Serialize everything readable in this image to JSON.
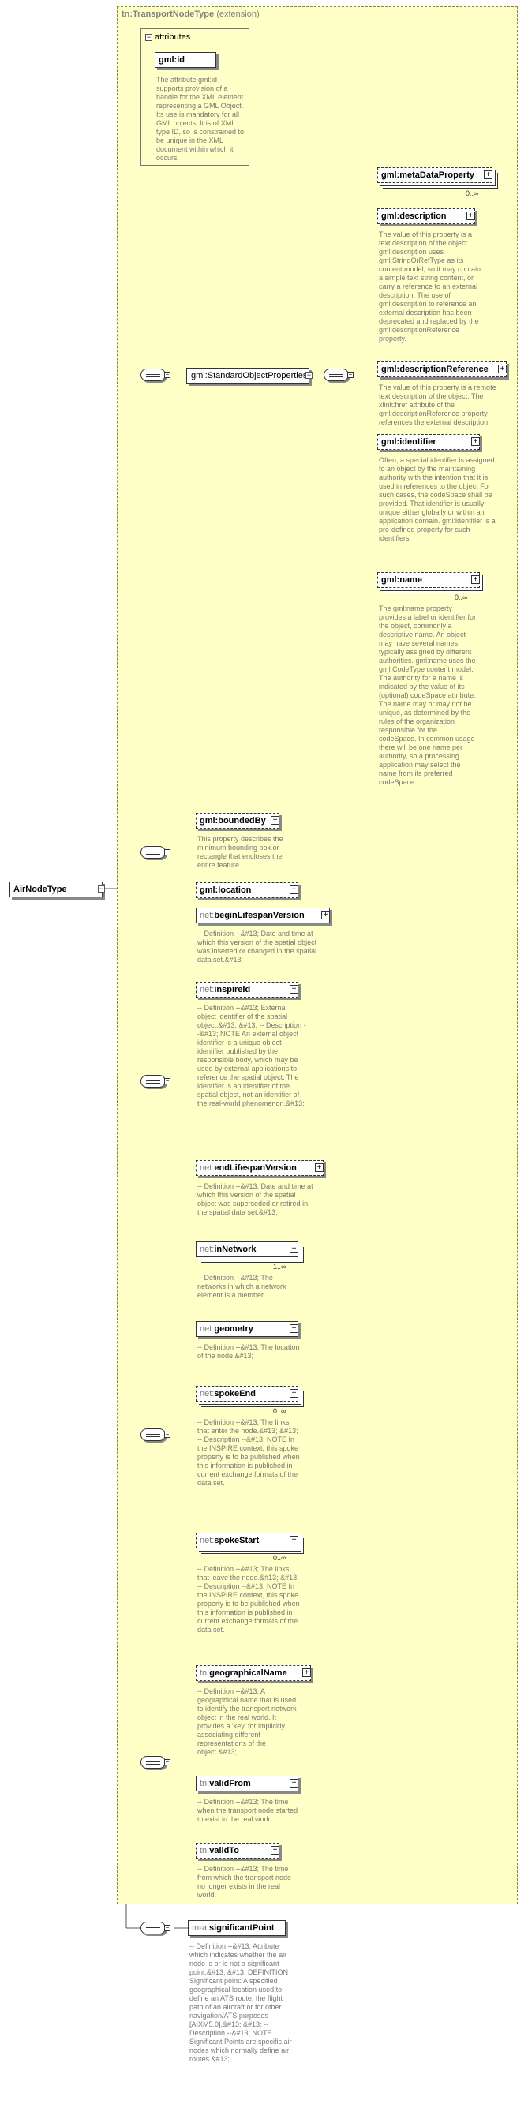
{
  "extension": {
    "type_name": "tn:TransportNodeType",
    "suffix": "(extension)"
  },
  "attributes": {
    "title": "attributes",
    "gmlid": "gml:id",
    "gmlid_doc": "The attribute gml:id supports provision of a handle for the XML element representing a GML Object. Its use is mandatory for all GML objects. It is of XML type ID, so is constrained to be unique in the XML document within which it occurs."
  },
  "root": {
    "label": "AirNodeType"
  },
  "standard_object_properties": {
    "label": "gml:StandardObjectProperties"
  },
  "gml_elements": {
    "metaDataProperty": {
      "label": "gml:metaDataProperty",
      "card": "0..∞"
    },
    "description": {
      "label": "gml:description",
      "doc": "The value of this property is a text description of the object. gml:description uses gml:StringOrRefType as its content model, so it may contain a simple text string content, or carry a reference to an external description. The use of gml:description to reference an external description has been deprecated and replaced by the gml:descriptionReference property."
    },
    "descriptionReference": {
      "label": "gml:descriptionReference",
      "doc": "The value of this property is a remote text description of the object. The xlink:href attribute of the gml:descriptionReference property references the external description."
    },
    "identifier": {
      "label": "gml:identifier",
      "doc": "Often, a special identifier is assigned to an object by the maintaining authority with the intention that it is used in references to the object For such cases, the codeSpace shall be provided. That identifier is usually unique either globally or within an application domain. gml:identifier is a pre-defined property for such identifiers."
    },
    "name": {
      "label": "gml:name",
      "card": "0..∞",
      "doc": "The gml:name property provides a label or identifier for the object, commonly a descriptive name. An object may have several names, typically assigned by different authorities. gml:name uses the gml:CodeType content model.  The authority for a name is indicated by the value of its (optional) codeSpace attribute.  The name may or may not be unique, as determined by the rules of the organization responsible for the codeSpace.  In common usage there will be one name per authority, so a processing application may select the name from its preferred codeSpace."
    },
    "boundedBy": {
      "label": "gml:boundedBy",
      "doc": "This property describes the minimum bounding box or rectangle that encloses the entire feature."
    },
    "location": {
      "label": "gml:location"
    }
  },
  "net_elements": {
    "beginLifespanVersion": {
      "prefix": "net:",
      "name": "beginLifespanVersion",
      "doc": "-- Definition --&#13; Date and time at which this version of the spatial object was inserted or changed in the spatial data set.&#13;"
    },
    "inspireId": {
      "prefix": "net:",
      "name": "inspireId",
      "doc": "-- Definition --&#13; External object identifier of the spatial object.&#13; &#13; -- Description --&#13; NOTE An external object identifier is a unique object identifier published by the responsible body, which may be used by external applications to reference the spatial object. The identifier is an identifier of the spatial object, not an identifier of the real-world phenomenon.&#13;"
    },
    "endLifespanVersion": {
      "prefix": "net:",
      "name": "endLifespanVersion",
      "doc": "-- Definition --&#13; Date and time at which this version of the spatial object was superseded or retired in the spatial data set.&#13;"
    },
    "inNetwork": {
      "prefix": "net:",
      "name": "inNetwork",
      "card": "1..∞",
      "doc": "-- Definition --&#13; The networks in which a network element is a member."
    },
    "geometry": {
      "prefix": "net:",
      "name": "geometry",
      "doc": "-- Definition --&#13; The location of the node.&#13;"
    },
    "spokeEnd": {
      "prefix": "net:",
      "name": "spokeEnd",
      "card": "0..∞",
      "doc": "-- Definition --&#13; The links that enter the node.&#13; &#13; -- Description --&#13; NOTE In the INSPIRE context, this spoke property is to be published when this information is published in current exchange formats of the data set."
    },
    "spokeStart": {
      "prefix": "net:",
      "name": "spokeStart",
      "card": "0..∞",
      "doc": "-- Definition --&#13; The links that leave the node.&#13; &#13; -- Description --&#13; NOTE In the INSPIRE context, this spoke property is to be published when this information is published in current exchange formats of the data set."
    }
  },
  "tn_elements": {
    "geographicalName": {
      "prefix": "tn:",
      "name": "geographicalName",
      "doc": "-- Definition --&#13; A geographical name that is used to identify the transport network object in the real world. It provides a 'key' for implicitly associating different representations of the object.&#13;"
    },
    "validFrom": {
      "prefix": "tn:",
      "name": "validFrom",
      "doc": "-- Definition --&#13; The time when the transport node started to exist in the real world."
    },
    "validTo": {
      "prefix": "tn:",
      "name": "validTo",
      "doc": "-- Definition --&#13; The time from which the transport node no longer exists in the real world."
    }
  },
  "significantPoint": {
    "prefix": "tn-a:",
    "name": "significantPoint",
    "doc": "-- Definition --&#13; Attribute which indicates whether the air node is or is not a significant point.&#13; &#13; DEFINITION Significant point: A specified geographical location used to define an ATS route, the flight path of an aircraft or for other navigation/ATS purposes [AIXM5.0].&#13; &#13; -- Description --&#13; NOTE Significant Points are specific air nodes which normally define air routes.&#13;"
  },
  "icons": {
    "expand": "plus-icon",
    "collapse": "minus-icon",
    "sequence": "sequence-compositor-icon"
  }
}
